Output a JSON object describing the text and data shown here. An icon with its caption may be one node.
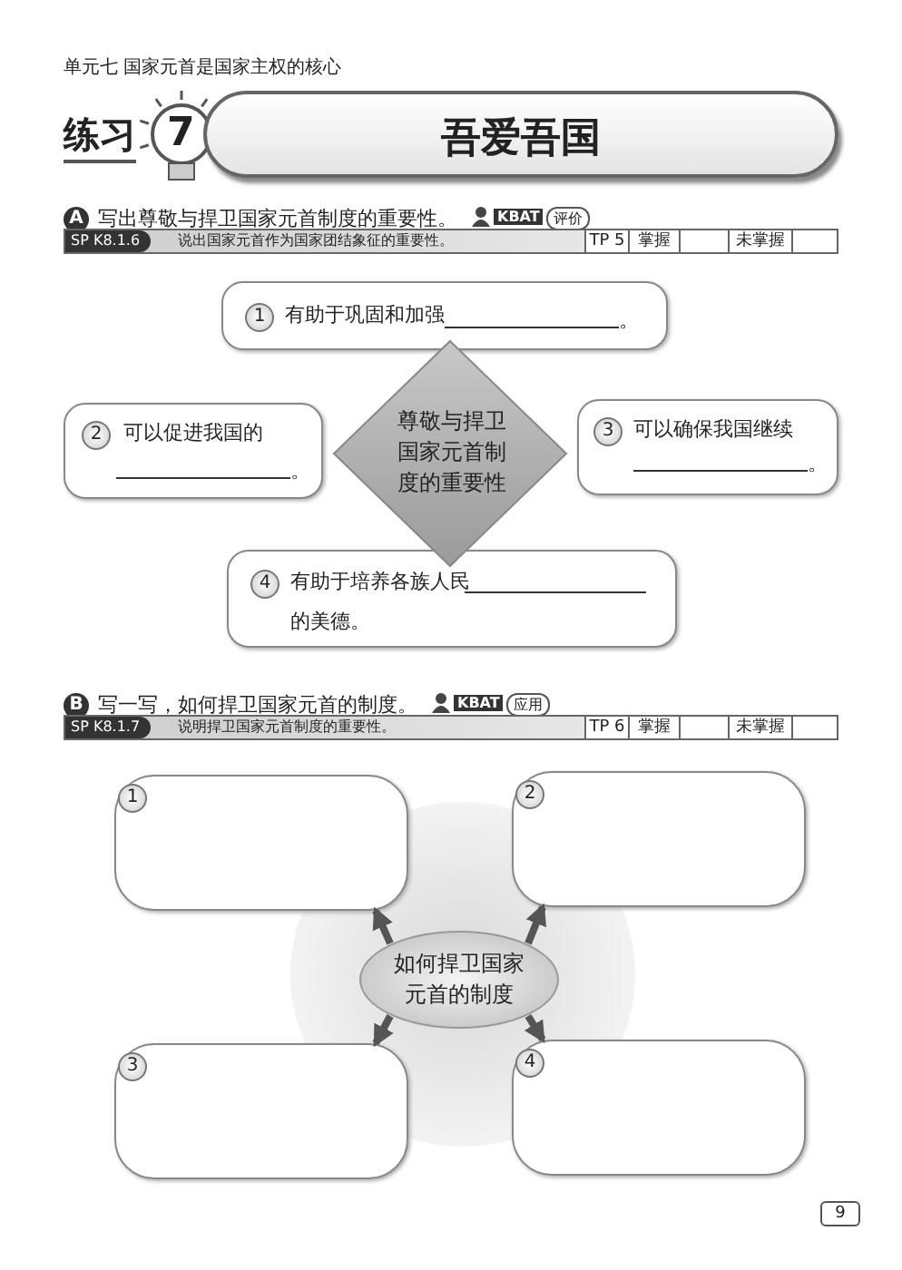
{
  "diagram": {
    "title": "吾爱吾国",
    "nodes": [
      {
        "text": [
          "1",
          "有助于巩固和加强",
          "。"
        ]
      },
      {
        "text": [
          "2",
          "可以促进我国的",
          "。"
        ]
      },
      {
        "text": [
          "尊敬与捍卫国家元首制度的重要性"
        ]
      },
      {
        "text": [
          "3",
          "可以确保我国继续",
          "。"
        ]
      },
      {
        "text": [
          "4",
          "有助于培养各族人民",
          "的美德。"
        ]
      },
      {
        "text": [
          "1"
        ]
      },
      {
        "text": [
          "2"
        ]
      },
      {
        "text": [
          "如何捍卫国家元首的制度"
        ]
      },
      {
        "text": [
          "3"
        ]
      },
      {
        "text": [
          "4"
        ]
      }
    ],
    "edges": [
      {
        "from": 7,
        "to": 5,
        "arrow": "to"
      },
      {
        "from": 7,
        "to": 6,
        "arrow": "to"
      },
      {
        "from": 7,
        "to": 8,
        "arrow": "to"
      },
      {
        "from": 7,
        "to": 9,
        "arrow": "to"
      }
    ],
    "labels": [
      "单元七 国家元首是国家主权的核心",
      "练习",
      "7",
      "A",
      "写出尊敬与捍卫国家元首制度的重要性。",
      "KBAT",
      "评价",
      "SP K8.1.6",
      "说出国家元首作为国家团结象征的重要性。",
      "TP 5",
      "掌握",
      "未掌握",
      "B",
      "写一写，如何捍卫国家元首的制度。",
      "KBAT",
      "应用",
      "SP K8.1.7",
      "说明捍卫国家元首制度的重要性。",
      "TP 6",
      "掌握",
      "未掌握",
      "9"
    ]
  }
}
